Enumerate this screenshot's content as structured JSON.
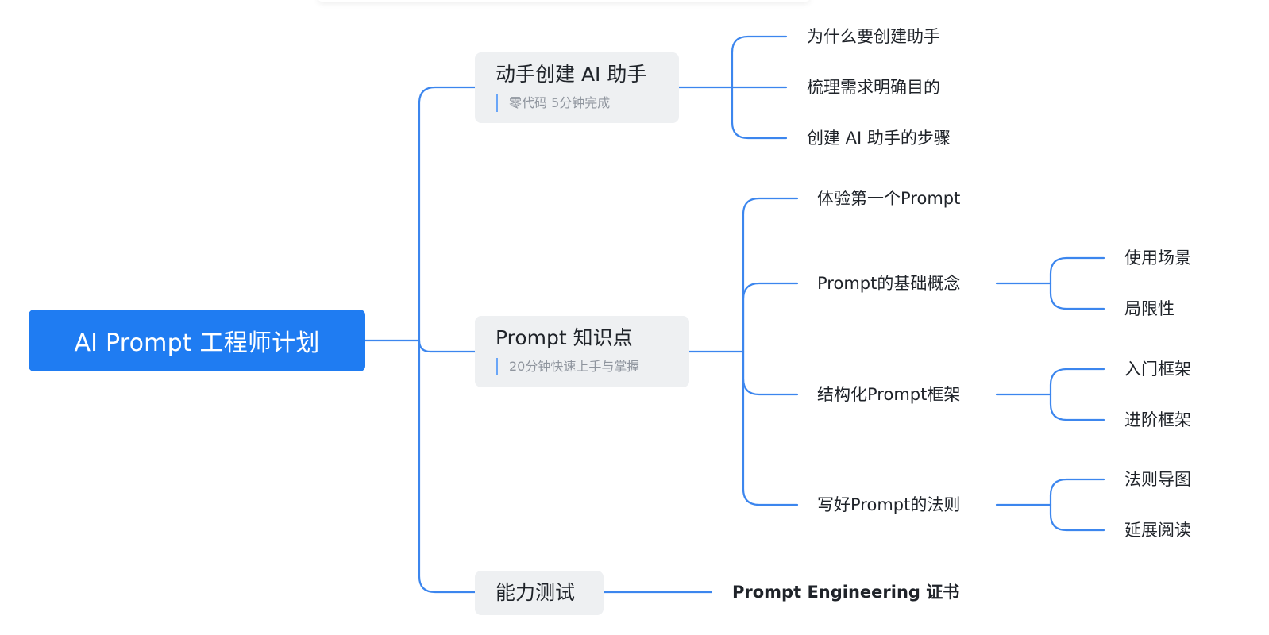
{
  "colors": {
    "accent": "#1f7cf2",
    "connector": "#3c86ee",
    "branch_bg": "#eef0f2",
    "note_text": "#8f959e"
  },
  "root": {
    "label": "AI Prompt 工程师计划"
  },
  "branches": [
    {
      "title": "动手创建 AI 助手",
      "note": "零代码 5分钟完成",
      "children": [
        {
          "label": "为什么要创建助手"
        },
        {
          "label": "梳理需求明确目的"
        },
        {
          "label": "创建 AI 助手的步骤"
        }
      ]
    },
    {
      "title": "Prompt 知识点",
      "note": "20分钟快速上手与掌握",
      "children": [
        {
          "label": "体验第一个Prompt",
          "children": []
        },
        {
          "label": "Prompt的基础概念",
          "children": [
            {
              "label": "使用场景"
            },
            {
              "label": "局限性"
            }
          ]
        },
        {
          "label": "结构化Prompt框架",
          "children": [
            {
              "label": "入门框架"
            },
            {
              "label": "进阶框架"
            }
          ]
        },
        {
          "label": "写好Prompt的法则",
          "children": [
            {
              "label": "法则导图"
            },
            {
              "label": "延展阅读"
            }
          ]
        }
      ]
    },
    {
      "title": "能力测试",
      "children": [
        {
          "label": "Prompt Engineering 证书"
        }
      ]
    }
  ]
}
